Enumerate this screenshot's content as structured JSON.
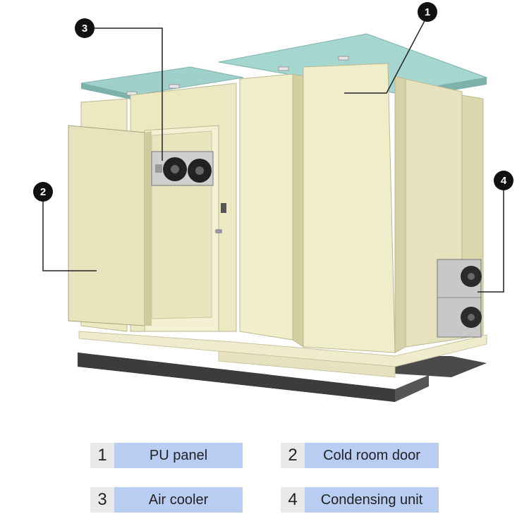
{
  "callouts": [
    {
      "id": "1",
      "label": "PU panel"
    },
    {
      "id": "2",
      "label": "Cold room door"
    },
    {
      "id": "3",
      "label": "Air cooler"
    },
    {
      "id": "4",
      "label": "Condensing unit"
    }
  ],
  "colors": {
    "panel": "#ece8c2",
    "panel_shade": "#d6d1a6",
    "roof": "#97c9c4",
    "base": "#4d4d4d",
    "unit": "#c8c8c8",
    "legend_number_bg": "#e9e9e9",
    "legend_label_bg": "#b9cdf3"
  }
}
